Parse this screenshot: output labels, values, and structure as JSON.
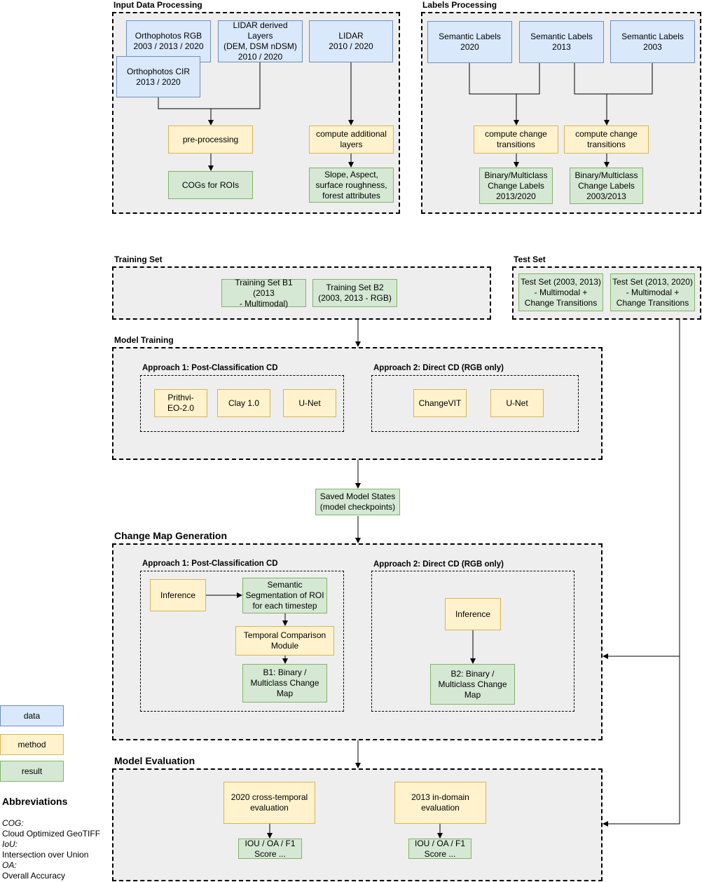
{
  "sections": {
    "input_processing": "Input Data Processing",
    "labels_processing": "Labels Processing",
    "training_set": "Training Set",
    "test_set": "Test Set",
    "model_training": "Model Training",
    "change_map_generation": "Change Map Generation",
    "model_evaluation": "Model Evaluation"
  },
  "input": {
    "ortho_rgb": "Orthophotos RGB\n2003 / 2013 / 2020",
    "lidar_derived": "LIDAR derived Layers\n(DEM, DSM nDSM)\n2010 / 2020",
    "lidar": "LIDAR\n2010 / 2020",
    "ortho_cir": "Orthophotos CIR\n2013 / 2020",
    "preprocessing": "pre-processing",
    "cogs": "COGs for ROIs",
    "compute_layers": "compute additional\nlayers",
    "slope": "Slope, Aspect,\nsurface roughness,\nforest attributes"
  },
  "labels": {
    "sem2020": "Semantic Labels\n2020",
    "sem2013": "Semantic Labels\n2013",
    "sem2003": "Semantic Labels\n2003",
    "transitions_a": "compute change\ntransitions",
    "transitions_b": "compute change\ntransitions",
    "change_2013_2020": "Binary/Multiclass\nChange Labels\n2013/2020",
    "change_2003_2013": "Binary/Multiclass\nChange Labels\n2003/2013"
  },
  "training": {
    "b1": "Training Set B1 (2013\n- Multimodal)",
    "b2": "Training Set B2\n(2003, 2013 - RGB)"
  },
  "test": {
    "t1": "Test Set (2003, 2013)\n- Multimodal +\nChange Transitions",
    "t2": "Test Set (2013, 2020)\n- Multimodal +\nChange Transitions"
  },
  "model_training": {
    "approach1": "Approach 1: Post-Classification CD",
    "approach2": "Approach 2: Direct CD (RGB only)",
    "prithvi": "Prithvi-\nEO-2.0",
    "clay": "Clay 1.0",
    "unet1": "U-Net",
    "changevit": "ChangeVIT",
    "unet2": "U-Net"
  },
  "saved_states": "Saved Model States\n(model checkpoints)",
  "change_map": {
    "approach1": "Approach 1: Post-Classification CD",
    "approach2": "Approach 2: Direct CD (RGB only)",
    "inference1": "Inference",
    "semseg": "Semantic\nSegmentation of ROI\nfor each timestep",
    "temporal": "Temporal Comparison\nModule",
    "b1map": "B1: Binary /\nMulticlass Change\nMap",
    "inference2": "Inference",
    "b2map": "B2: Binary /\nMulticlass Change\nMap"
  },
  "evaluation": {
    "cross": "2020 cross-temporal\nevaluation",
    "indomain": "2013 in-domain\nevaluation",
    "metrics1": "IOU / OA / F1\nScore ...",
    "metrics2": "IOU / OA / F1\nScore ..."
  },
  "legend": {
    "data": "data",
    "method": "method",
    "result": "result"
  },
  "abbreviations": {
    "heading": "Abbreviations",
    "items": [
      {
        "term": "COG:",
        "definition": "Cloud Optimized GeoTIFF"
      },
      {
        "term": "IoU:",
        "definition": "Intersection over Union"
      },
      {
        "term": "OA:",
        "definition": "Overall Accuracy"
      }
    ]
  },
  "colors": {
    "data_fill": "#dae8fc",
    "data_border": "#6c8ebf",
    "method_fill": "#fff2cc",
    "method_border": "#d6b656",
    "result_fill": "#d5e8d4",
    "result_border": "#82b366",
    "group_fill": "#eeeeee"
  }
}
